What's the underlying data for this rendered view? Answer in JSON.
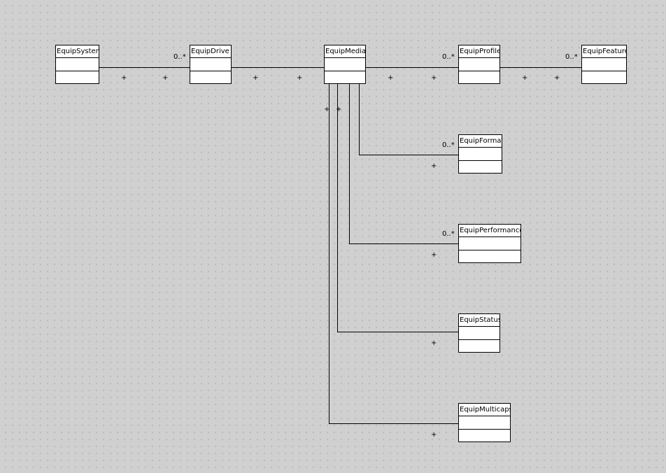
{
  "diagram": {
    "classes": {
      "system": "EquipSystem",
      "drive": "EquipDrive",
      "media": "EquipMedia",
      "profile": "EquipProfile",
      "feature": "EquipFeature",
      "format": "EquipFormat",
      "performance": "EquipPerformance",
      "status": "EquipStatus",
      "multicaps": "EquipMulticaps"
    },
    "multiplicity_many": "0..*",
    "visibility_public": "+"
  }
}
